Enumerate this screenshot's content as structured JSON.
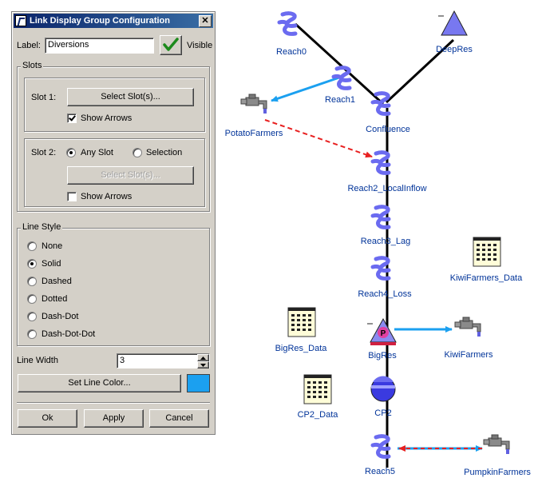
{
  "dialog": {
    "title": "Link Display Group Configuration",
    "close_label": "✕",
    "label_caption": "Label:",
    "label_value": "Diversions",
    "visible_caption": "Visible",
    "slots_group": "Slots",
    "slot1_caption": "Slot 1:",
    "slot1_button": "Select Slot(s)...",
    "slot1_show_arrows": "Show Arrows",
    "slot1_show_arrows_checked": true,
    "slot2_caption": "Slot 2:",
    "slot2_any_slot": "Any Slot",
    "slot2_selection": "Selection",
    "slot2_mode": "Any Slot",
    "slot2_button": "Select Slot(s)...",
    "slot2_show_arrows": "Show Arrows",
    "slot2_show_arrows_checked": false,
    "line_style_group": "Line Style",
    "line_styles": [
      "None",
      "Solid",
      "Dashed",
      "Dotted",
      "Dash-Dot",
      "Dash-Dot-Dot"
    ],
    "line_style_selected": "Solid",
    "line_width_caption": "Line Width",
    "line_width_value": "3",
    "set_line_color_button": "Set Line Color...",
    "line_color": "#1ba0f0",
    "ok_button": "Ok",
    "apply_button": "Apply",
    "cancel_button": "Cancel"
  },
  "diagram": {
    "link_color": "#1ba0f0",
    "dashed_link_color": "#e82020",
    "nodes": {
      "reach0": "Reach0",
      "deepres": "DeepRes",
      "reach1": "Reach1",
      "potatofarmers": "PotatoFarmers",
      "confluence": "Confluence",
      "reach2": "Reach2_LocalInflow",
      "reach3": "Reach3_Lag",
      "kiwidata": "KiwiFarmers_Data",
      "reach4": "Reach4_Loss",
      "bigresdata": "BigRes_Data",
      "bigres": "BigRes",
      "kiwifarmers": "KiwiFarmers",
      "cp2data": "CP2_Data",
      "cp2": "CP2",
      "reach5": "Reach5",
      "pumpkinfarmers": "PumpkinFarmers"
    },
    "bigres_badge": "P"
  }
}
